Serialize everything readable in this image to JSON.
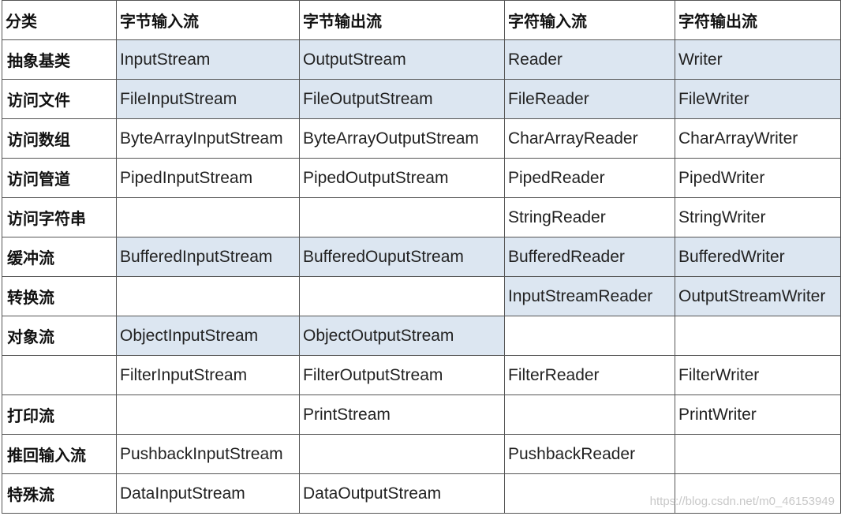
{
  "table": {
    "headers": [
      "分类",
      "字节输入流",
      "字节输出流",
      "字符输入流",
      "字符输出流"
    ],
    "rows": [
      [
        "抽象基类",
        "InputStream",
        "OutputStream",
        "Reader",
        "Writer"
      ],
      [
        "访问文件",
        "FileInputStream",
        "FileOutputStream",
        "FileReader",
        "FileWriter"
      ],
      [
        "访问数组",
        "ByteArrayInputStream",
        "ByteArrayOutputStream",
        "CharArrayReader",
        "CharArrayWriter"
      ],
      [
        "访问管道",
        "PipedInputStream",
        "PipedOutputStream",
        "PipedReader",
        "PipedWriter"
      ],
      [
        "访问字符串",
        "",
        "",
        "StringReader",
        "StringWriter"
      ],
      [
        "缓冲流",
        "BufferedInputStream",
        "BufferedOuputStream",
        "BufferedReader",
        "BufferedWriter"
      ],
      [
        "转换流",
        "",
        "",
        "InputStreamReader",
        "OutputStreamWriter"
      ],
      [
        "对象流",
        "ObjectInputStream",
        "ObjectOutputStream",
        "",
        ""
      ],
      [
        "",
        "FilterInputStream",
        "FilterOutputStream",
        "FilterReader",
        "FilterWriter"
      ],
      [
        "打印流",
        "",
        "PrintStream",
        "",
        "PrintWriter"
      ],
      [
        "推回输入流",
        "PushbackInputStream",
        "",
        "PushbackReader",
        ""
      ],
      [
        "特殊流",
        "DataInputStream",
        "DataOutputStream",
        "",
        ""
      ]
    ],
    "highlight_color": "#dce6f1"
  },
  "watermark": "https://blog.csdn.net/m0_46153949"
}
